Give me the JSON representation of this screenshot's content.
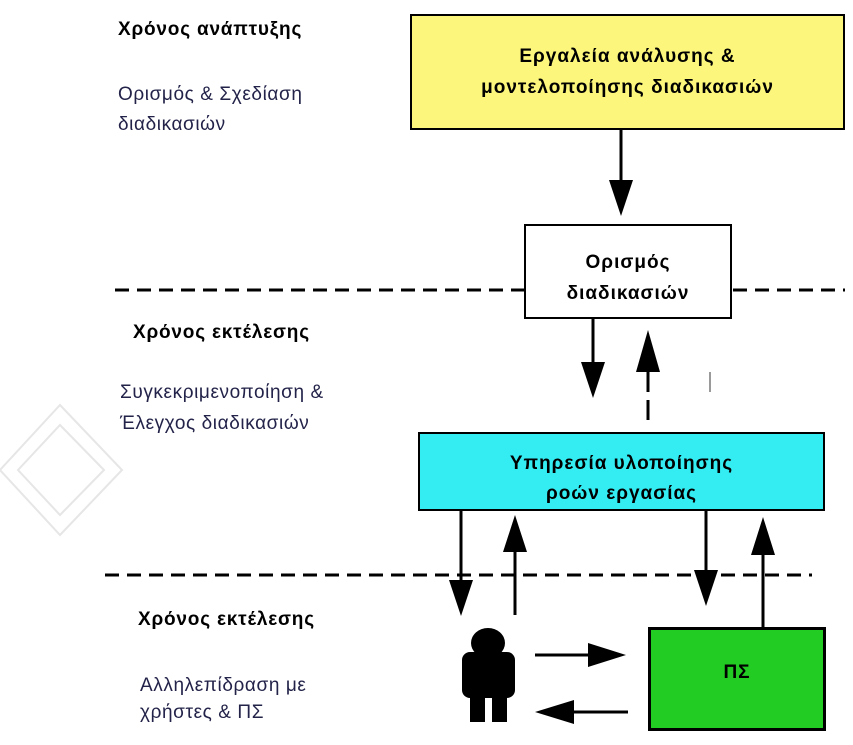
{
  "phases": [
    {
      "title": "Χρόνος ανάπτυξης",
      "description": [
        "Ορισμός & Σχεδίαση",
        "διαδικασιών"
      ]
    },
    {
      "title": "Χρόνος εκτέλεσης",
      "description": [
        "Συγκεκριμενοποίηση &",
        "Έλεγχος διαδικασιών"
      ]
    },
    {
      "title": "Χρόνος εκτέλεσης",
      "description": [
        "Αλληλεπίδραση με",
        "χρήστες & ΠΣ"
      ]
    }
  ],
  "boxes": {
    "modeling_tools": {
      "lines": [
        "Εργαλεία ανάλυσης &",
        "μοντελοποίησης διαδικασιών"
      ],
      "color": "#fcf77c"
    },
    "process_definition": {
      "lines": [
        "Ορισμός",
        "διαδικασιών"
      ],
      "color": "#ffffff"
    },
    "workflow_service": {
      "lines": [
        "Υπηρεσία υλοποίησης",
        "ροών εργασίας"
      ],
      "color": "#33edf3"
    },
    "information_system": {
      "lines": [
        "ΠΣ"
      ],
      "color": "#22cc22"
    }
  },
  "icons": {
    "user": "person-icon"
  },
  "colors": {
    "lines": "#000000",
    "description_text": "#23234a"
  }
}
